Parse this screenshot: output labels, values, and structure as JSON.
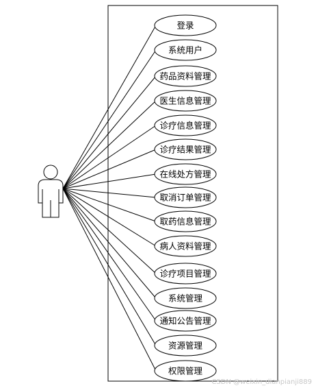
{
  "use_cases": [
    {
      "label": "登录"
    },
    {
      "label": "系统用户"
    },
    {
      "label": "药品资料管理"
    },
    {
      "label": "医生信息管理"
    },
    {
      "label": "诊疗信息管理"
    },
    {
      "label": "诊疗结果管理"
    },
    {
      "label": "在线处方管理"
    },
    {
      "label": "取消订单管理"
    },
    {
      "label": "取药信息管理"
    },
    {
      "label": "病人资料管理"
    },
    {
      "label": "诊疗项目管理"
    },
    {
      "label": "系统管理"
    },
    {
      "label": "通知公告管理"
    },
    {
      "label": "资源管理"
    },
    {
      "label": "权限管理"
    }
  ],
  "watermark": "CSDN @weixin_dianpianji889"
}
